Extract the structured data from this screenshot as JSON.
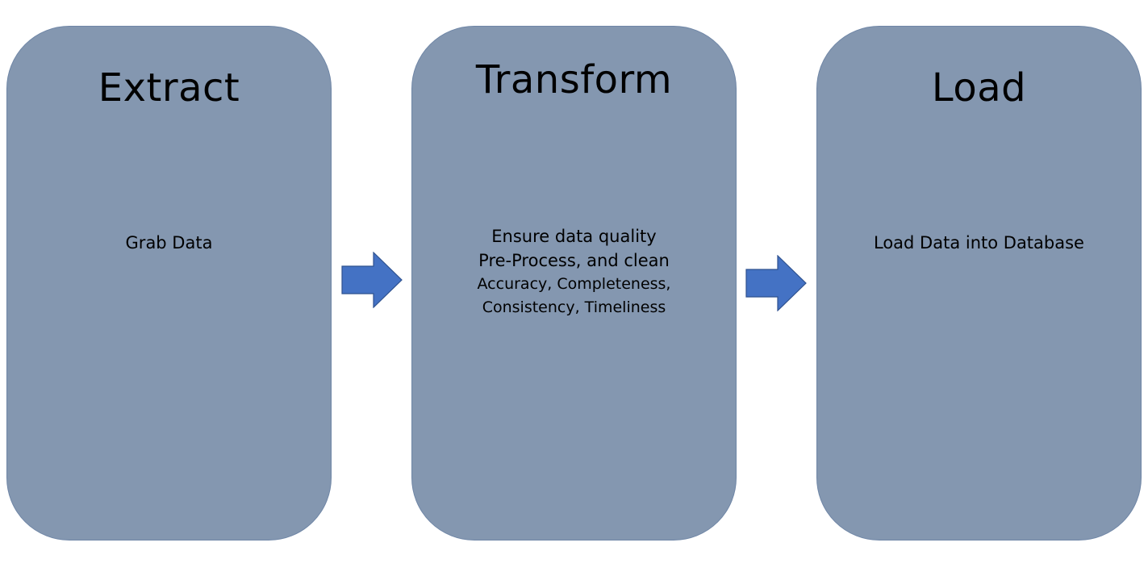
{
  "stages": [
    {
      "title": "Extract",
      "lines": [
        "Grab Data"
      ]
    },
    {
      "title": "Transform",
      "lines": [
        "Ensure data quality",
        "Pre-Process, and clean"
      ],
      "small_lines": [
        "Accuracy, Completeness,",
        "Consistency, Timeliness"
      ]
    },
    {
      "title": "Load",
      "lines": [
        "Load Data into Database"
      ]
    }
  ],
  "colors": {
    "box_fill": "#8497b0",
    "box_border": "#6f86a6",
    "arrow_fill": "#4472c4",
    "arrow_border": "#2f528f",
    "text": "#000000"
  },
  "icons": {
    "arrow": "right-arrow-icon"
  }
}
